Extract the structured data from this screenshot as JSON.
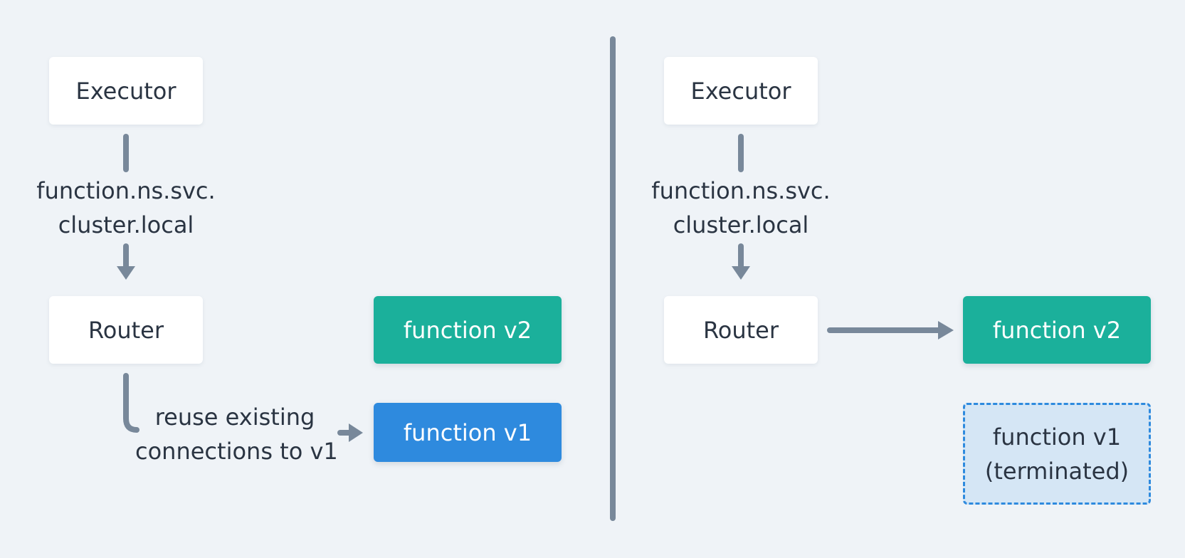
{
  "left_panel": {
    "executor_label": "Executor",
    "dns_line1": "function.ns.svc.",
    "dns_line2": "cluster.local",
    "router_label": "Router",
    "function_v2_label": "function v2",
    "function_v1_label": "function v1",
    "reuse_line1": "reuse existing",
    "reuse_line2": "connections to v1"
  },
  "right_panel": {
    "executor_label": "Executor",
    "dns_line1": "function.ns.svc.",
    "dns_line2": "cluster.local",
    "router_label": "Router",
    "function_v2_label": "function v2",
    "function_v1_line1": "function v1",
    "function_v1_line2": "(terminated)"
  },
  "colors": {
    "background": "#eff3f7",
    "connector": "#78889a",
    "teal": "#1bb09b",
    "blue": "#2e8ade",
    "terminated_fill": "#d5e6f5"
  }
}
